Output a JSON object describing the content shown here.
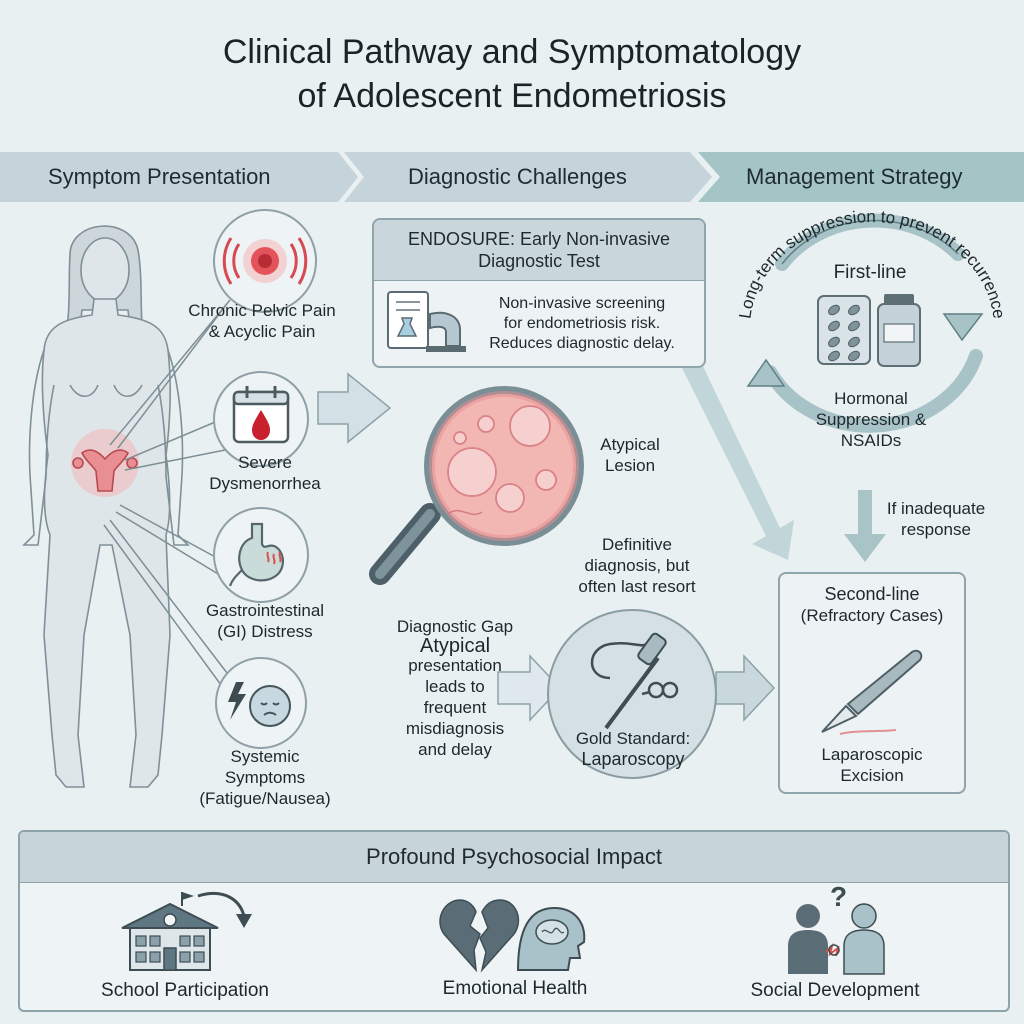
{
  "title": {
    "line1": "Clinical Pathway and Symptomatology",
    "line2": "of Adolescent Endometriosis"
  },
  "phases": [
    {
      "label": "Symptom Presentation"
    },
    {
      "label": "Diagnostic Challenges"
    },
    {
      "label": "Management Strategy"
    }
  ],
  "symptoms": {
    "pelvic_pain": {
      "line1": "Chronic Pelvic Pain",
      "line2": "& Acyclic Pain"
    },
    "dysmenorrhea": {
      "line1": "Severe",
      "line2": "Dysmenorrhea"
    },
    "gi": {
      "line1": "Gastrointestinal",
      "line2": "(GI) Distress"
    },
    "systemic": {
      "line1": "Systemic",
      "line2": "Symptoms",
      "line3": "(Fatigue/Nausea)"
    }
  },
  "diagnostics": {
    "endosure": {
      "title_line1": "ENDOSURE: Early Non-invasive",
      "title_line2": "Diagnostic Test",
      "desc_line1": "Non-invasive screening",
      "desc_line2": "for endometriosis risk.",
      "desc_line3": "Reduces diagnostic delay."
    },
    "lesion": {
      "line1": "Atypical",
      "line2": "Lesion"
    },
    "definitive": {
      "line1": "Definitive",
      "line2": "diagnosis, but",
      "line3": "often last resort"
    },
    "gap": {
      "line1": "Diagnostic Gap",
      "line2": "Atypical",
      "line3": "presentation",
      "line4": "leads to",
      "line5": "frequent",
      "line6": "misdiagnosis",
      "line7": "and delay"
    },
    "laparoscopy": {
      "line1": "Gold Standard:",
      "line2": "Laparoscopy"
    }
  },
  "management": {
    "cycle_text": "Long-term suppression to prevent recurrence",
    "first_line": "First-line",
    "first_desc": {
      "line1": "Hormonal",
      "line2": "Suppression &",
      "line3": "NSAIDs"
    },
    "inadequate": {
      "line1": "If inadequate",
      "line2": "response"
    },
    "second_line": {
      "line1": "Second-line",
      "line2": "(Refractory Cases)"
    },
    "excision": {
      "line1": "Laparoscopic",
      "line2": "Excision"
    }
  },
  "psychosocial": {
    "title": "Profound Psychosocial Impact",
    "items": [
      {
        "label": "School Participation"
      },
      {
        "label": "Emotional Health"
      },
      {
        "label": "Social Development"
      }
    ]
  }
}
